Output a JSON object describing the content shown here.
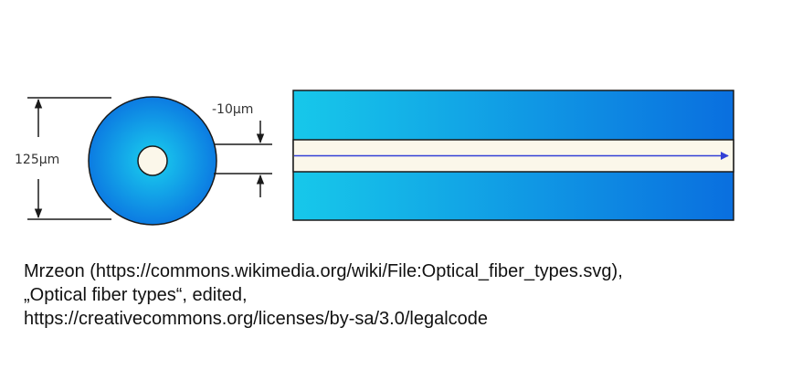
{
  "diagram": {
    "diameter_label": "125μm",
    "core_label": "-10μm",
    "colors": {
      "cladding_light": "#16c6e8",
      "cladding_dark": "#0a74e0",
      "core": "#fbf7ea",
      "ray": "#3340d6",
      "outline": "#1a1a1a"
    }
  },
  "attribution": {
    "line1": "Mrzeon (https://commons.wikimedia.org/wiki/File:Optical_fiber_types.svg),",
    "line2": "„Optical fiber types“, edited,",
    "line3": "https://creativecommons.org/licenses/by-sa/3.0/legalcode"
  }
}
